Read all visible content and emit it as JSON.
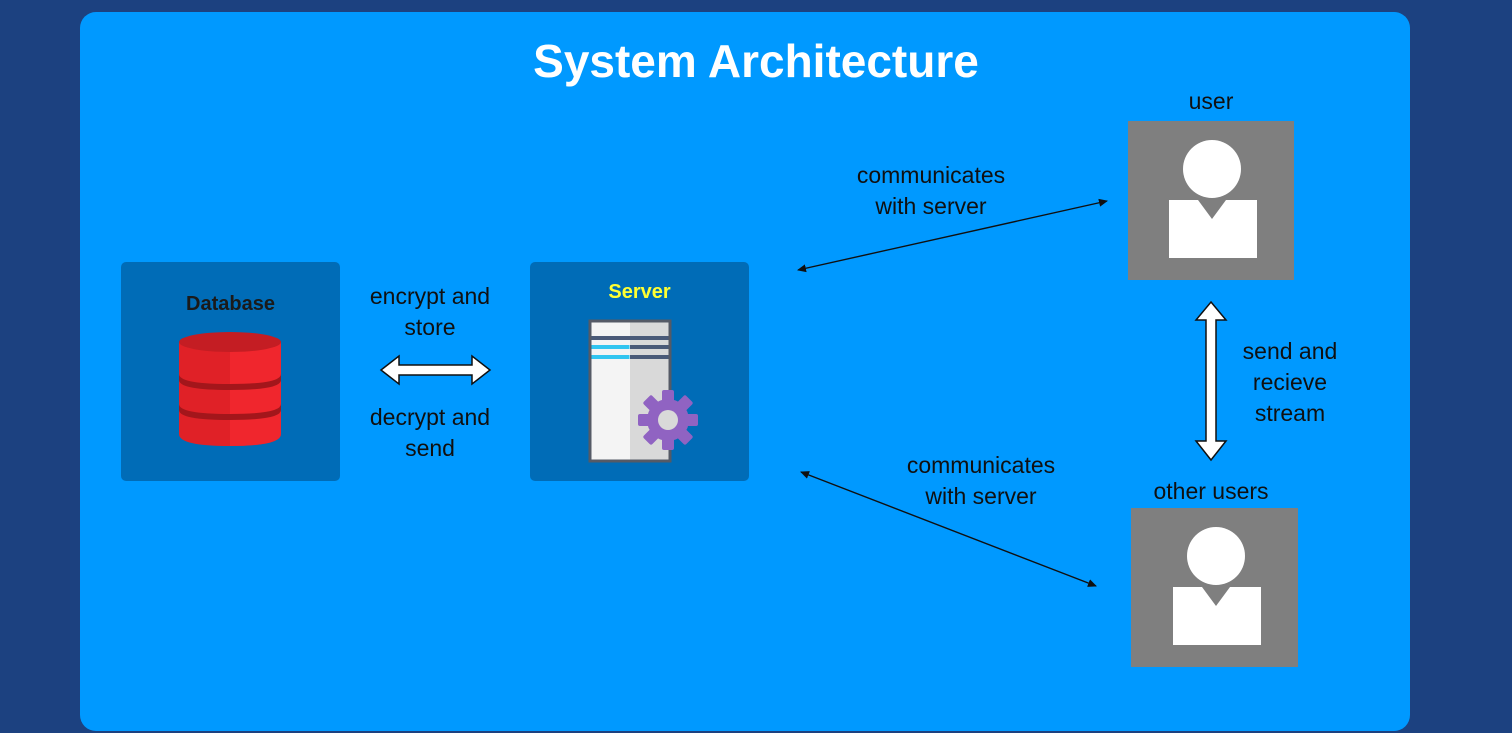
{
  "title": "System Architecture",
  "nodes": {
    "database": {
      "label": "Database",
      "label_color": "#1a1a1a"
    },
    "server": {
      "label": "Server",
      "label_color": "#ffff33"
    },
    "user": {
      "label": "user"
    },
    "other_users": {
      "label": "other users"
    }
  },
  "edges": {
    "db_server_top": "encrypt and\nstore",
    "db_server_bottom": "decrypt and\nsend",
    "server_user": "communicates\nwith server",
    "server_other_users": "communicates\nwith server",
    "user_other_users": "send and\nrecieve\nstream"
  },
  "colors": {
    "page_background": "#1c4180",
    "panel": "#0099ff",
    "node_box": "#006cb7",
    "user_tile": "#7f7f7f",
    "database_red": "#e02127",
    "gear_purple": "#9063c2"
  }
}
